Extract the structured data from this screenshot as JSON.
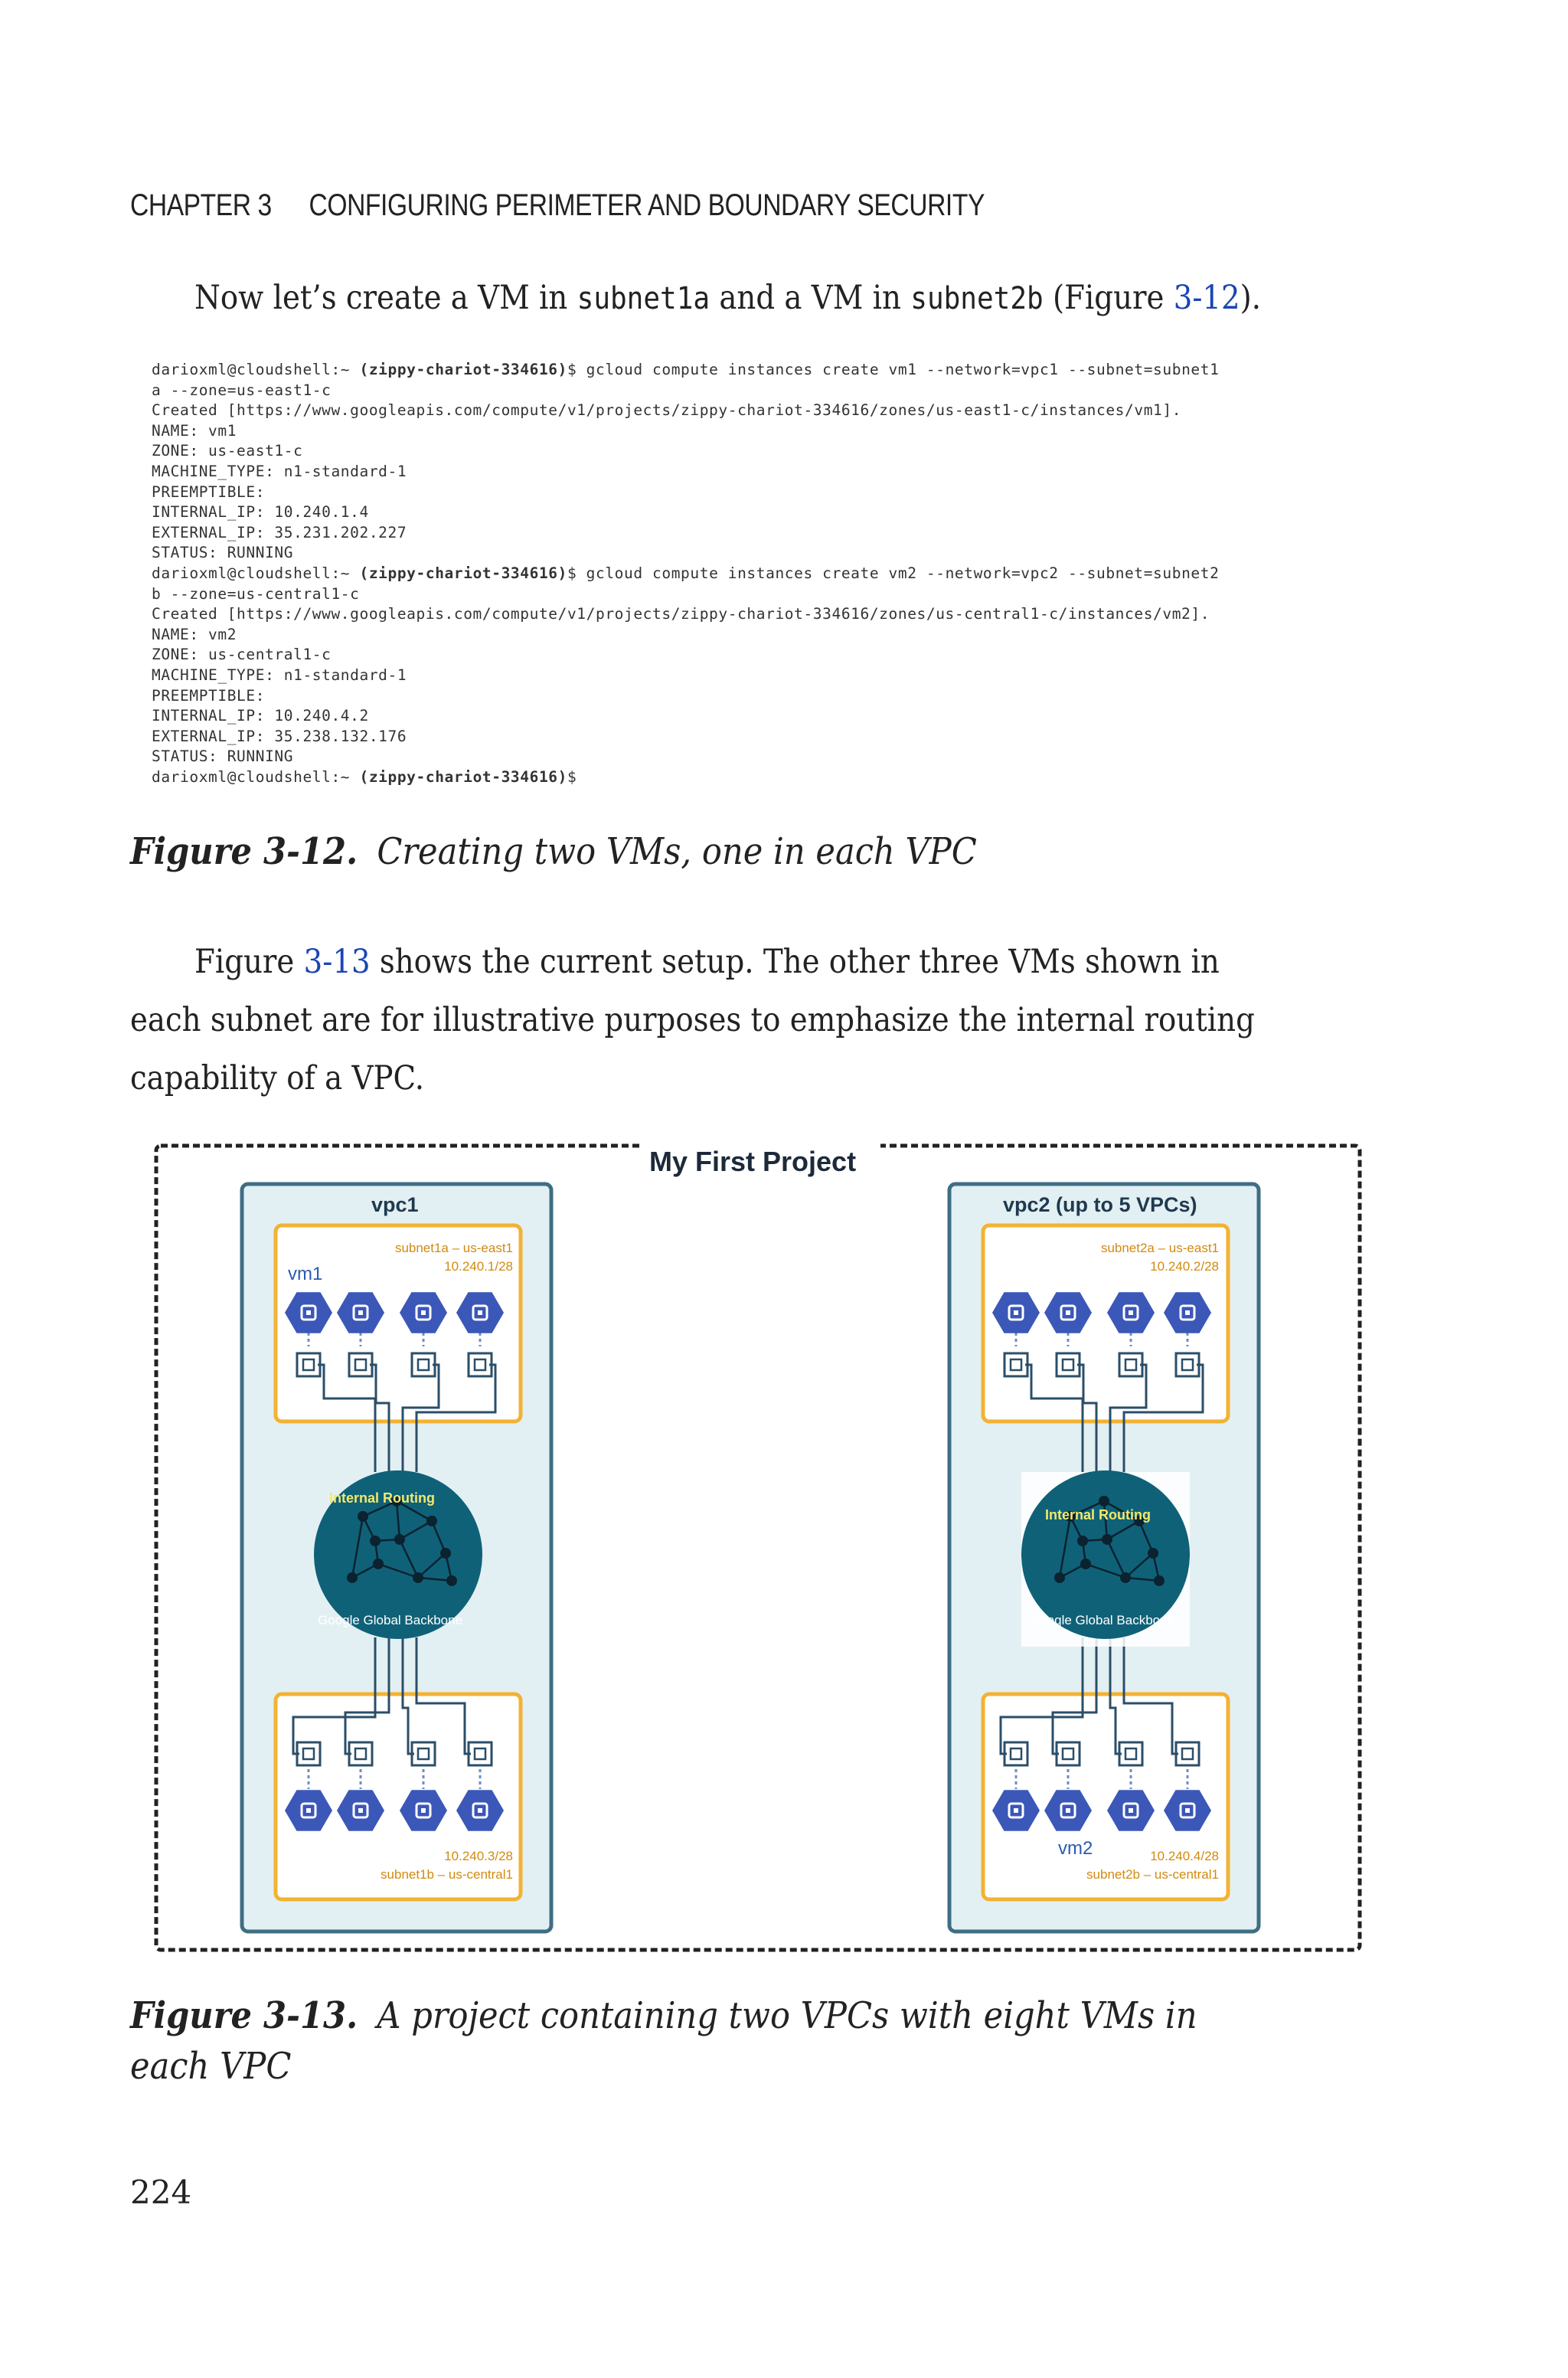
{
  "header": {
    "chapter": "CHAPTER 3",
    "section": "CONFIGURING PERIMETER AND BOUNDARY SECURITY"
  },
  "intro": {
    "t1": "Now let’s create a VM in ",
    "c1": "subnet1a",
    "t2": " and a VM in ",
    "c2": "subnet2b",
    "t3": " (Figure ",
    "ref": "3-12",
    "t4": ")."
  },
  "terminal": {
    "user": "darioxml@cloudshell:~ ",
    "project": "(zippy-chariot-334616)",
    "lines": [
      {
        "pre": "darioxml@cloudshell:~ ",
        "prj": "(zippy-chariot-334616)",
        "post": "$ gcloud compute instances create vm1 --network=vpc1 --subnet=subnet1"
      },
      {
        "pre": "a --zone=us-east1-c",
        "prj": "",
        "post": ""
      },
      {
        "pre": "Created [https://www.googleapis.com/compute/v1/projects/zippy-chariot-334616/zones/us-east1-c/instances/vm1].",
        "prj": "",
        "post": ""
      },
      {
        "pre": "NAME: vm1",
        "prj": "",
        "post": ""
      },
      {
        "pre": "ZONE: us-east1-c",
        "prj": "",
        "post": ""
      },
      {
        "pre": "MACHINE_TYPE: n1-standard-1",
        "prj": "",
        "post": ""
      },
      {
        "pre": "PREEMPTIBLE:",
        "prj": "",
        "post": ""
      },
      {
        "pre": "INTERNAL_IP: 10.240.1.4",
        "prj": "",
        "post": ""
      },
      {
        "pre": "EXTERNAL_IP: 35.231.202.227",
        "prj": "",
        "post": ""
      },
      {
        "pre": "STATUS: RUNNING",
        "prj": "",
        "post": ""
      },
      {
        "pre": "darioxml@cloudshell:~ ",
        "prj": "(zippy-chariot-334616)",
        "post": "$ gcloud compute instances create vm2 --network=vpc2 --subnet=subnet2"
      },
      {
        "pre": "b --zone=us-central1-c",
        "prj": "",
        "post": ""
      },
      {
        "pre": "Created [https://www.googleapis.com/compute/v1/projects/zippy-chariot-334616/zones/us-central1-c/instances/vm2].",
        "prj": "",
        "post": ""
      },
      {
        "pre": "NAME: vm2",
        "prj": "",
        "post": ""
      },
      {
        "pre": "ZONE: us-central1-c",
        "prj": "",
        "post": ""
      },
      {
        "pre": "MACHINE_TYPE: n1-standard-1",
        "prj": "",
        "post": ""
      },
      {
        "pre": "PREEMPTIBLE:",
        "prj": "",
        "post": ""
      },
      {
        "pre": "INTERNAL_IP: 10.240.4.2",
        "prj": "",
        "post": ""
      },
      {
        "pre": "EXTERNAL_IP: 35.238.132.176",
        "prj": "",
        "post": ""
      },
      {
        "pre": "STATUS: RUNNING",
        "prj": "",
        "post": ""
      },
      {
        "pre": "darioxml@cloudshell:~ ",
        "prj": "(zippy-chariot-334616)",
        "post": "$"
      }
    ]
  },
  "fig12": {
    "label": "Figure 3-12.",
    "text": "Creating two VMs, one in each VPC"
  },
  "para2": {
    "l1_a": "Figure ",
    "l1_ref": "3-13",
    "l1_b": " shows the current setup. The other three VMs shown in",
    "l2": "each subnet are for illustrative purposes to emphasize the internal routing",
    "l3": "capability of a VPC."
  },
  "diagram": {
    "project": "My First Project",
    "vpc1": {
      "title": "vpc1",
      "top_subnet": {
        "name": "subnet1a – us-east1",
        "cidr": "10.240.1/28",
        "vm": "vm1"
      },
      "bottom_subnet": {
        "name": "subnet1b – us-central1",
        "cidr": "10.240.3/28"
      },
      "routing": "Internal Routing",
      "backbone": "Google Global Backbone"
    },
    "vpc2": {
      "title": "vpc2 (up to 5 VPCs)",
      "top_subnet": {
        "name": "subnet2a – us-east1",
        "cidr": "10.240.2/28"
      },
      "bottom_subnet": {
        "name": "subnet2b – us-central1",
        "cidr": "10.240.4/28",
        "vm": "vm2"
      },
      "routing": "Internal Routing",
      "backbone": "Google Global Backbone"
    },
    "colors": {
      "vpc_fill": "#e3f0f3",
      "vpc_stroke": "#3f6e84",
      "subnet_stroke": "#f2b233",
      "hex": "#3b57b8",
      "globe": "#0f6178"
    }
  },
  "fig13": {
    "label": "Figure 3-13.",
    "line1": "A project containing two VPCs with eight VMs in",
    "line2": "each VPC"
  },
  "page_number": "224"
}
